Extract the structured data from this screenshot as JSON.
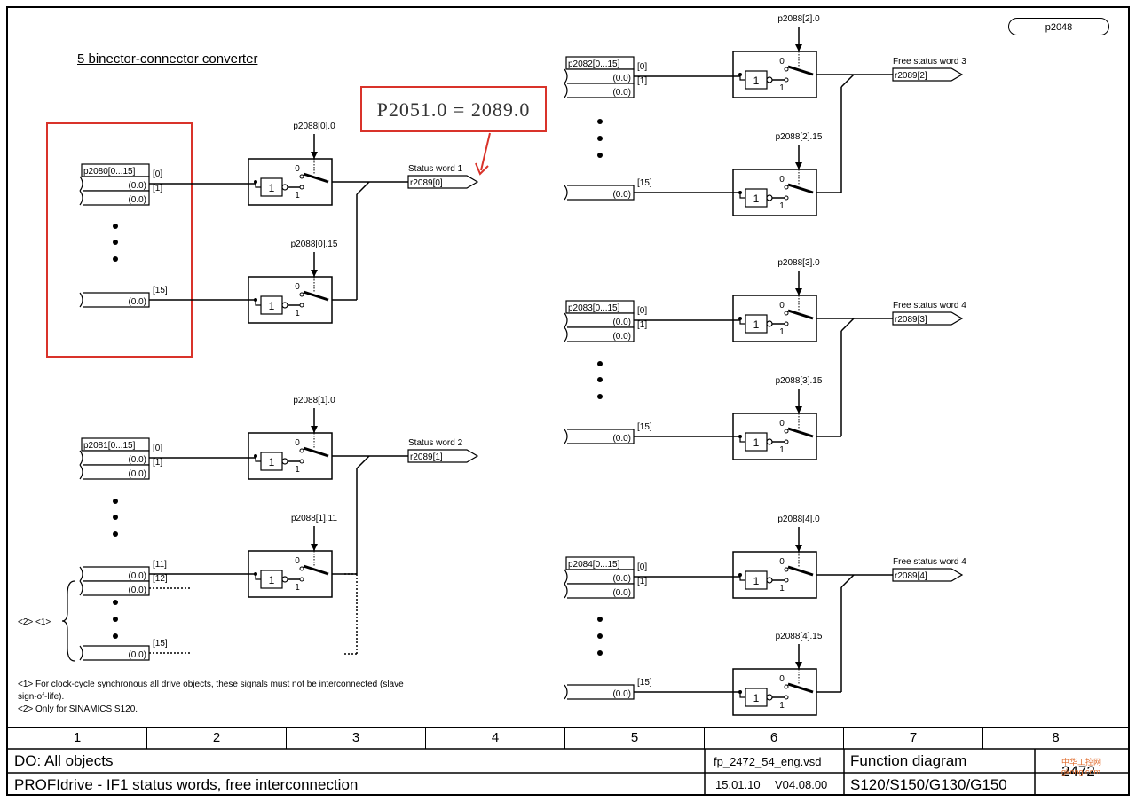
{
  "header": {
    "badge": "p2048",
    "title": "5 binector-connector converter",
    "annotation": "P2051.0 = 2089.0"
  },
  "converters": [
    {
      "param": "p2080[0...15]",
      "sel_first": "p2088[0].0",
      "sel_last": "p2088[0].15",
      "out_label": "Status word 1",
      "out_param": "r2089[0]"
    },
    {
      "param": "p2081[0...15]",
      "sel_first": "p2088[1].0",
      "sel_last": "p2088[1].11",
      "out_label": "Status word 2",
      "out_param": "r2089[1]"
    },
    {
      "param": "p2082[0...15]",
      "sel_first": "p2088[2].0",
      "sel_last": "p2088[2].15",
      "out_label": "Free status word 3",
      "out_param": "r2089[2]"
    },
    {
      "param": "p2083[0...15]",
      "sel_first": "p2088[3].0",
      "sel_last": "p2088[3].15",
      "out_label": "Free status word 4",
      "out_param": "r2089[3]"
    },
    {
      "param": "p2084[0...15]",
      "sel_first": "p2088[4].0",
      "sel_last": "p2088[4].15",
      "out_label": "Free status word 4",
      "out_param": "r2089[4]"
    }
  ],
  "common": {
    "default_value": "(0.0)",
    "idx0": "[0]",
    "idx1": "[1]",
    "idx11": "[11]",
    "idx12": "[12]",
    "idx15": "[15]",
    "sw0": "0",
    "sw1": "1",
    "not_label": "1",
    "footnote_marks": "<2> <1>"
  },
  "notes": {
    "note1": "<1> For clock-cycle synchronous all drive objects, these signals must not be interconnected (slave sign-of-life).",
    "note2": "<2> Only for SINAMICS S120."
  },
  "footer": {
    "columns": [
      "1",
      "2",
      "3",
      "4",
      "5",
      "6",
      "7",
      "8"
    ],
    "do": "DO: All objects",
    "title": "PROFIdrive - IF1 status words, free interconnection",
    "file": "fp_2472_54_eng.vsd",
    "date": "15.01.10",
    "version": "V04.08.00",
    "diagram_type": "Function diagram",
    "devices": "S120/S150/G130/G150",
    "page": "2472",
    "watermark": "中华工控网 gkong.com"
  }
}
